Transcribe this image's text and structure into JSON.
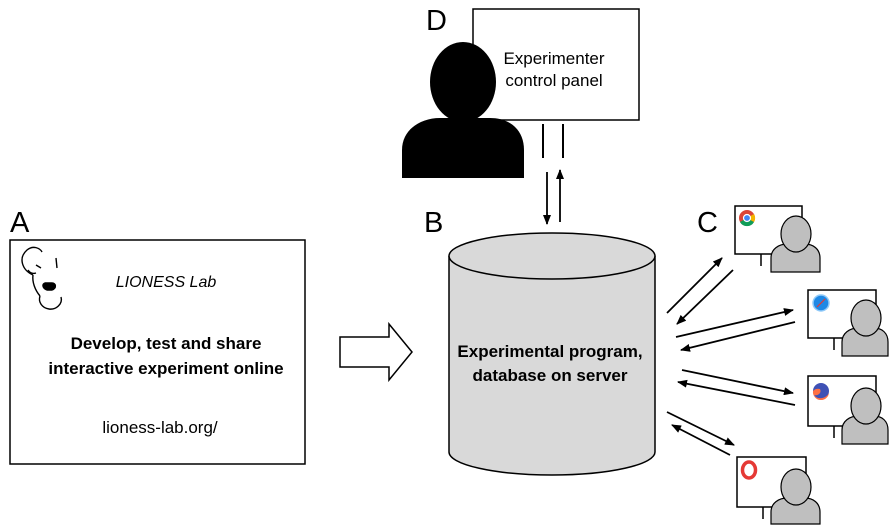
{
  "labels": {
    "a": "A",
    "b": "B",
    "c": "C",
    "d": "D"
  },
  "panel_a": {
    "brand": "LIONESS Lab",
    "tagline_1": "Develop, test and share",
    "tagline_2": "interactive experiment online",
    "url": "lioness-lab.org/"
  },
  "server": {
    "line_1": "Experimental program,",
    "line_2": "database on server"
  },
  "control_panel": {
    "line_1": "Experimenter",
    "line_2": "control panel"
  },
  "participants": [
    {
      "browser": "chrome-icon"
    },
    {
      "browser": "safari-icon"
    },
    {
      "browser": "firefox-icon"
    },
    {
      "browser": "opera-icon"
    }
  ],
  "colors": {
    "cylinder_fill": "#d9d9d9",
    "person_gray": "#bfbfbf",
    "outline": "#000000"
  }
}
